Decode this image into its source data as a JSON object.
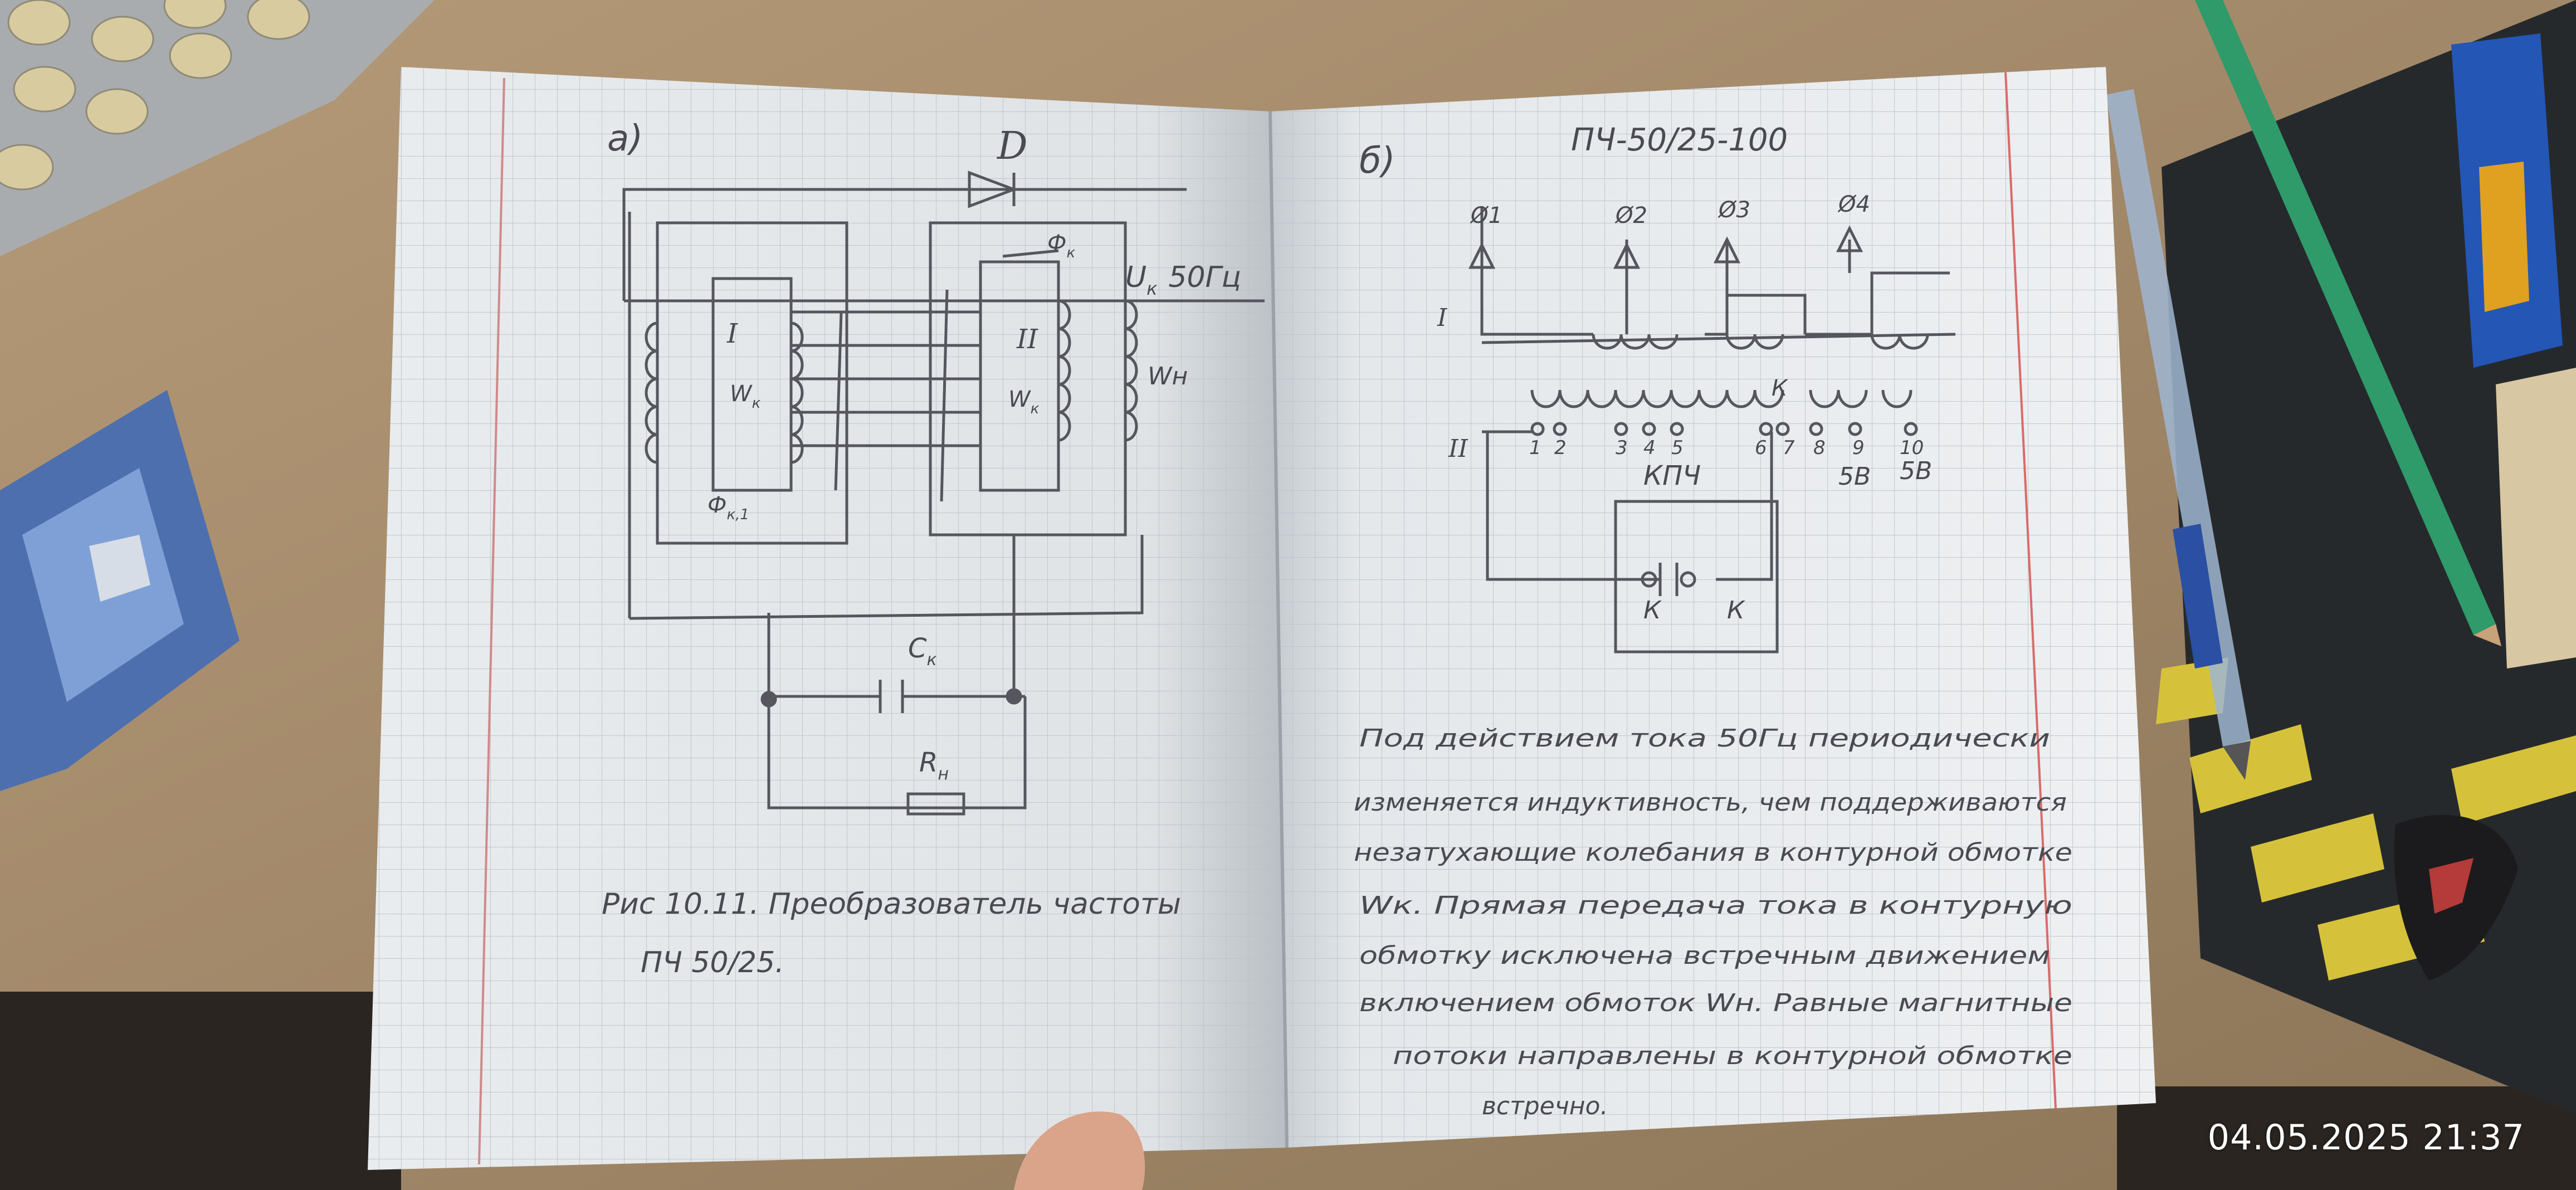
{
  "page_left": {
    "fig_label": "а)",
    "diode_label": "D",
    "phi_top": "Ф",
    "phi_top_sub": "к",
    "supply_label": "U",
    "supply_sub": "к",
    "supply_freq": "50Гц",
    "core1": "I",
    "core2": "II",
    "w_left": "W",
    "w_left_sub": "к",
    "w_mid": "W",
    "w_mid_sub": "к",
    "w_right": "Wн",
    "phi_bottom": "Ф",
    "phi_bottom_sub": "к,1",
    "cap_label": "C",
    "cap_sub": "к",
    "res_label": "R",
    "res_sub": "н",
    "caption_line1": "Рис 10.11. Преобразователь частоты",
    "caption_line2": "ПЧ 50/25."
  },
  "page_right": {
    "fig_label": "б)",
    "title": "ПЧ-50/25-100",
    "phases": [
      "Ø1",
      "Ø2",
      "Ø3",
      "Ø4"
    ],
    "winding_primary": "I",
    "winding_secondary": "II",
    "taps": [
      "1",
      "2",
      "3",
      "4",
      "5",
      "6",
      "7",
      "8",
      "9",
      "10"
    ],
    "k_top": "К",
    "kpch": "КПЧ",
    "v_labels": [
      "5В",
      "5В"
    ],
    "k_contacts": [
      "К",
      "К"
    ],
    "text_lines": [
      "Под действием тока 50Гц периодически",
      "изменяется индуктивность, чем поддерживаются",
      "незатухающие колебания в контурной обмотке",
      "Wк. Прямая передача тока в контурную",
      "обмотку исключена встречным движением",
      "включением обмоток Wн. Равные магнитные",
      "потоки направлены в контурной обмотке",
      "встречно."
    ]
  },
  "photo": {
    "timestamp": "04.05.2025 21:37"
  }
}
